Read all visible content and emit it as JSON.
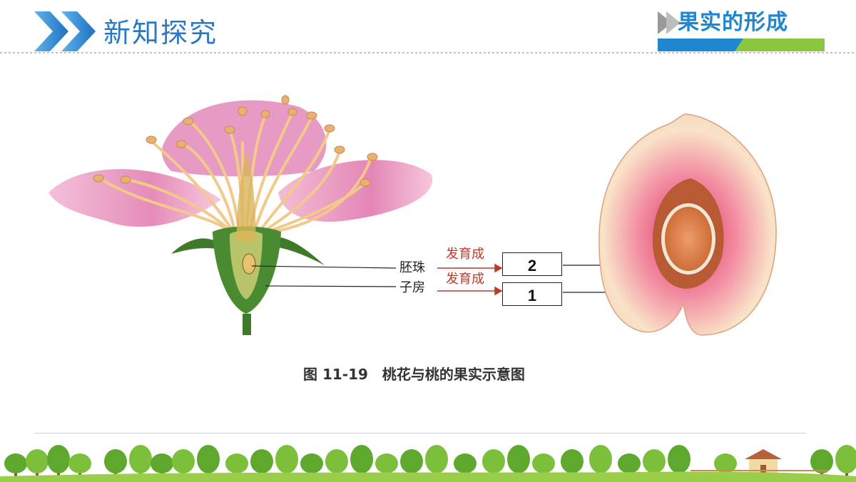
{
  "header": {
    "title": "新知探究",
    "topic": "果实的形成"
  },
  "figure": {
    "labels": {
      "ovule": "胚珠",
      "ovary": "子房",
      "develops_into_1": "发育成",
      "develops_into_2": "发育成"
    },
    "answer_boxes": {
      "upper": "2",
      "lower": "1"
    },
    "caption": "图 11-19　桃花与桃的果实示意图"
  },
  "colors": {
    "title_blue": "#2a78c4",
    "arrow_red": "#c0392b",
    "banner_green": "#8cc63f",
    "banner_blue": "#1f86d0"
  },
  "icons": [
    "double-chevron-icon",
    "triangle-arrow-icon",
    "tree-icon",
    "house-icon",
    "fence-icon"
  ]
}
